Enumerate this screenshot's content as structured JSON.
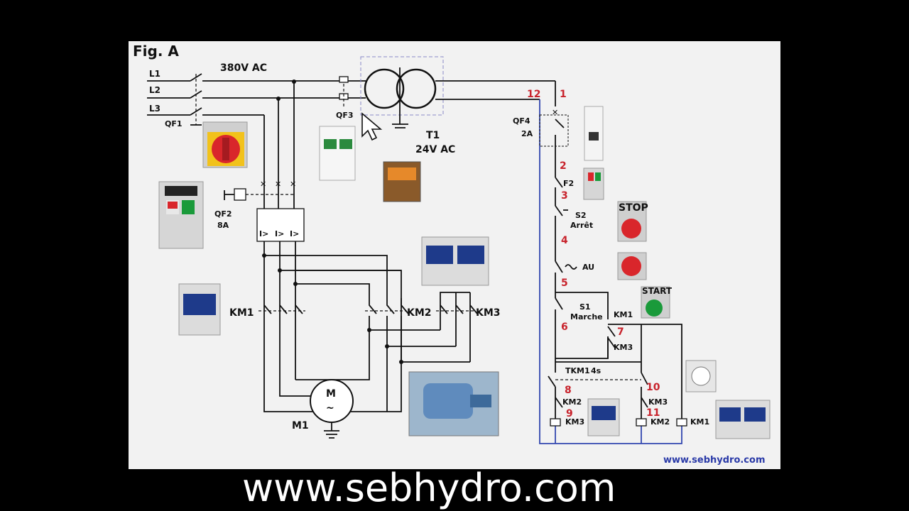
{
  "figure_title": "Fig. A",
  "supply": {
    "l1": "L1",
    "l2": "L2",
    "l3": "L3",
    "voltage": "380V AC",
    "qf1": "QF1",
    "qf3": "QF3"
  },
  "transformer": {
    "name": "T1",
    "voltage": "24V AC"
  },
  "qf2": {
    "name": "QF2",
    "rating": "8A"
  },
  "qf4": {
    "name": "QF4",
    "rating": "2A"
  },
  "contactors": {
    "km1": "KM1",
    "km2": "KM2",
    "km3": "KM3",
    "tkm1": "TKM1",
    "tkm1_delay": "4s"
  },
  "motor": {
    "symbol": "M",
    "tilde": "~",
    "name": "M1"
  },
  "control": {
    "f2": "F2",
    "s2": "S2",
    "s2_label": "Arrêt",
    "au": "AU",
    "s1": "S1",
    "s1_label": "Marche"
  },
  "wire_numbers": [
    "1",
    "2",
    "3",
    "4",
    "5",
    "6",
    "7",
    "8",
    "9",
    "10",
    "11",
    "12"
  ],
  "buttons": {
    "stop": "STOP",
    "start": "START"
  },
  "website_small": "www.sebhydro.com",
  "website_banner": "www.sebhydro.com",
  "colors": {
    "background": "#000000",
    "panel": "#f2f2f2",
    "wire": "#111111",
    "return_wire": "#3348b0",
    "wire_number": "#c8232c",
    "stop_red": "#d9262b",
    "start_green": "#1a9a3a"
  }
}
